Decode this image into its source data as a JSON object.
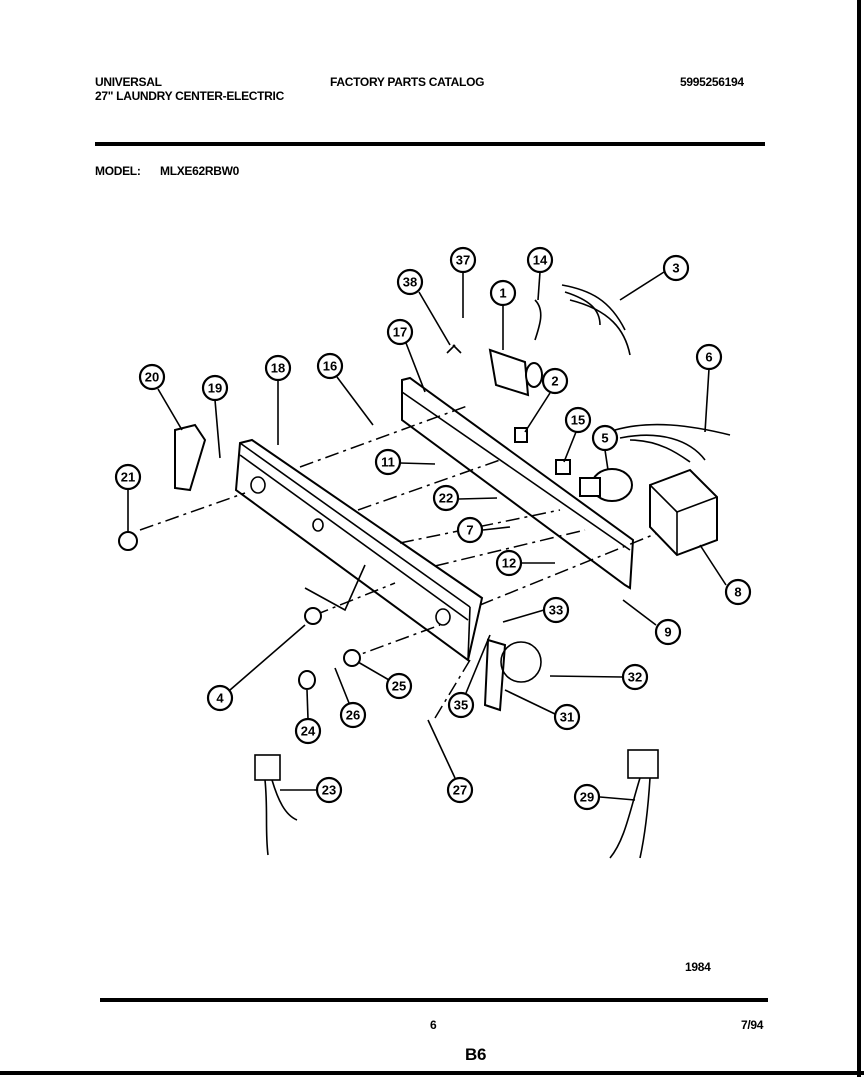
{
  "header": {
    "brand": "UNIVERSAL",
    "catalog_title": "FACTORY PARTS CATALOG",
    "catalog_number": "5995256194",
    "product": "27\" LAUNDRY CENTER-ELECTRIC",
    "model_label": "MODEL:",
    "model_value": "MLXE62RBW0"
  },
  "diagram": {
    "callouts": [
      "37",
      "14",
      "3",
      "38",
      "1",
      "17",
      "6",
      "20",
      "19",
      "18",
      "16",
      "2",
      "15",
      "5",
      "11",
      "21",
      "22",
      "7",
      "12",
      "8",
      "9",
      "33",
      "32",
      "31",
      "35",
      "25",
      "26",
      "4",
      "24",
      "23",
      "27",
      "29"
    ]
  },
  "footer": {
    "year_code": "1984",
    "page_number": "6",
    "date": "7/94",
    "section": "B6"
  }
}
